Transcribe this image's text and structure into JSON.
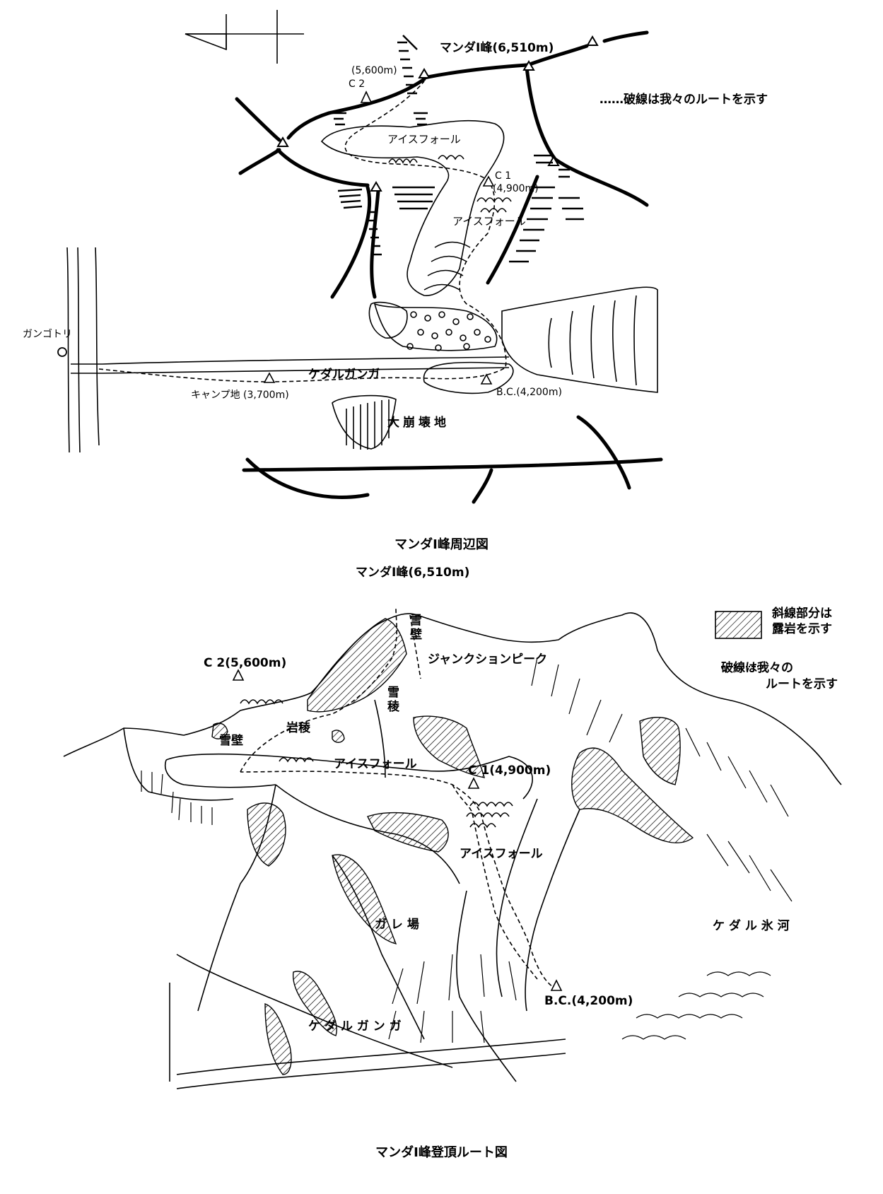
{
  "map": {
    "caption": "マンダⅠ峰周辺図",
    "legend_route": "……破線は我々のルートを示す",
    "labels": {
      "peak": "マンダⅠ峰(6,510m)",
      "c2_alt": "(5,600m)",
      "c2": "C 2",
      "icefall_upper": "アイスフォール",
      "c1": "C 1",
      "c1_alt": "(4,900m)",
      "icefall_lower": "アイスフォール",
      "gangotri": "ガンゴトリ",
      "kedarganga": "ケダルガンガ",
      "camp": "キャンプ地 (3,700m)",
      "bc": "B.C.(4,200m)",
      "collapse": "大崩壊地"
    }
  },
  "route": {
    "caption": "マンダⅠ峰登頂ルート図",
    "legend_rock_1": "斜線部分は",
    "legend_rock_2": "露岩を示す",
    "legend_route_1": "破線は我々の",
    "legend_route_2": "ルートを示す",
    "labels": {
      "peak": "マンダⅠ峰(6,510m)",
      "snow_wall_upper": "雪壁",
      "junction_peak": "ジャンクションピーク",
      "c2": "C 2(5,600m)",
      "snow_ridge": "雪稜",
      "rock_ridge": "岩稜",
      "snow_wall_lower": "雪壁",
      "icefall_upper": "アイスフォール",
      "c1": "C 1(4,900m)",
      "icefall_lower": "アイスフォール",
      "scree": "ガ レ 場",
      "kedar_glacier": "ケ ダ ル 氷 河",
      "bc": "B.C.(4,200m)",
      "kedarganga": "ケ ダ ル ガ ン ガ"
    }
  }
}
